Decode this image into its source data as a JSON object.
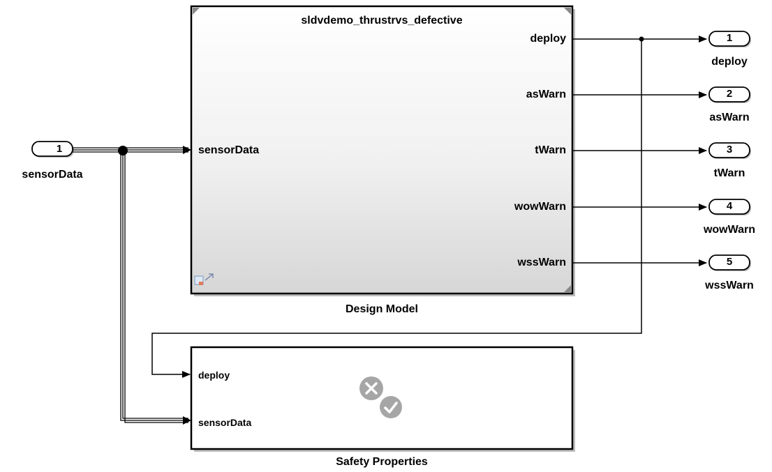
{
  "design_model": {
    "title": "sldvdemo_thrustrvs_defective",
    "caption": "Design Model",
    "input_port": "sensorData",
    "output_ports": [
      "deploy",
      "asWarn",
      "tWarn",
      "wowWarn",
      "wssWarn"
    ]
  },
  "safety_properties": {
    "caption": "Safety Properties",
    "input_ports": [
      "deploy",
      "sensorData"
    ],
    "icon": "verification-status-icon"
  },
  "inport": {
    "number": "1",
    "name": "sensorData"
  },
  "outports": [
    {
      "number": "1",
      "name": "deploy"
    },
    {
      "number": "2",
      "name": "asWarn"
    },
    {
      "number": "3",
      "name": "tWarn"
    },
    {
      "number": "4",
      "name": "wowWarn"
    },
    {
      "number": "5",
      "name": "wssWarn"
    }
  ],
  "colors": {
    "block_border": "#000000",
    "block_fill_top": "#ffffff",
    "block_fill_bottom": "#d9d9d9",
    "icon_gray": "#a6a6a6"
  }
}
